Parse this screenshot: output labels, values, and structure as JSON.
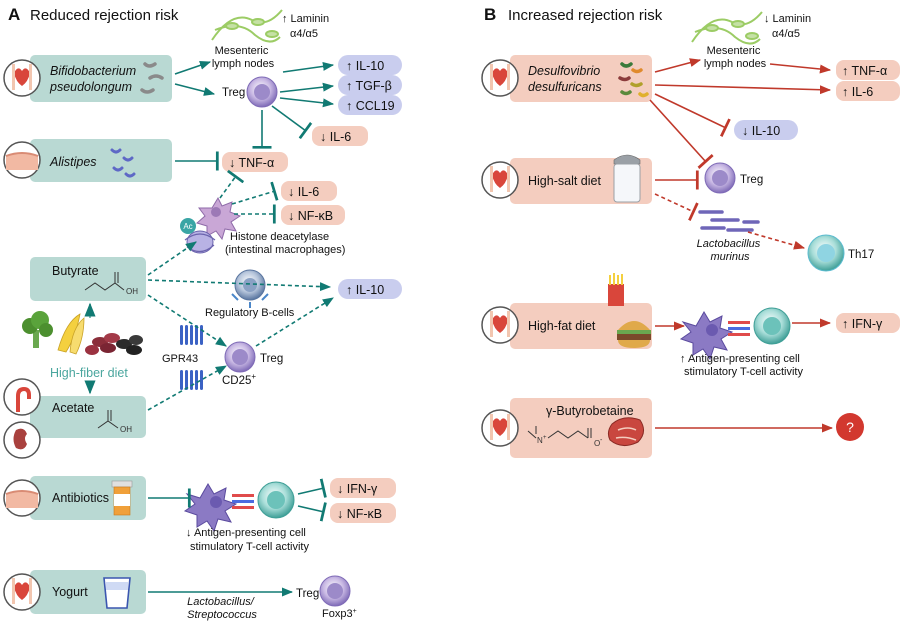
{
  "panel_a": {
    "letter": "A",
    "title": "Reduced rejection risk",
    "sources": {
      "bifido": [
        "Bifidobacterium",
        "pseudolongum"
      ],
      "alistipes": "Alistipes",
      "butyrate": "Butyrate",
      "acetate": "Acetate",
      "high_fiber": "High-fiber diet",
      "antibiotics": "Antibiotics",
      "yogurt": "Yogurt"
    },
    "chem": {
      "oh": "OH"
    },
    "laminin": [
      "↑ Laminin",
      "α4/α5"
    ],
    "mesenteric": [
      "Mesenteric",
      "lymph nodes"
    ],
    "treg": "Treg",
    "cytokines": {
      "il10_up": "↑ IL-10",
      "tgfb_up": "↑ TGF-β",
      "ccl19_up": "↑ CCL19",
      "il6_down": "↓ IL-6",
      "tnfa_down": "↓ TNF-α",
      "il6_down2": "↓ IL-6",
      "nfkb_down": "↓ NF-κB",
      "il10_up2": "↑ IL-10",
      "ifng_down": "↓ IFN-γ",
      "nfkb_down2": "↓ NF-κB"
    },
    "ac": "Ac",
    "histone": [
      "Histone deacetylase",
      "(intestinal macrophages)"
    ],
    "regulatory_b": "Regulatory B-cells",
    "gpr43": "GPR43",
    "cd25": "CD25",
    "cd25_sup": "+",
    "apc_down": [
      "↓ Antigen-presenting cell",
      "stimulatory T-cell activity"
    ],
    "lacto_strep": [
      "Lactobacillus/",
      "Streptococcus"
    ],
    "foxp3": "Foxp3",
    "foxp3_sup": "+"
  },
  "panel_b": {
    "letter": "B",
    "title": "Increased rejection risk",
    "sources": {
      "desulfo": [
        "Desulfovibrio",
        "desulfuricans"
      ],
      "high_salt": "High-salt diet",
      "high_fat": "High-fat diet",
      "butyrobetaine": "γ-Butyrobetaine"
    },
    "chem": {
      "o_minus": "O",
      "minus": "-",
      "n_plus": "N",
      "plus": "+"
    },
    "laminin": [
      "↓ Laminin",
      "α4/α5"
    ],
    "mesenteric": [
      "Mesenteric",
      "lymph nodes"
    ],
    "cytokines": {
      "tnfa_up": "↑ TNF-α",
      "il6_up": "↑ IL-6",
      "il10_down": "↓ IL-10",
      "ifng_up": "↑ IFN-γ"
    },
    "treg": "Treg",
    "lacto_murinus": [
      "Lactobacillus",
      "murinus"
    ],
    "th17": "Th17",
    "apc_up": [
      "↑ Antigen-presenting cell",
      "stimulatory T-cell activity"
    ],
    "question": "?"
  },
  "colors": {
    "teal": "#117a73",
    "teal_box": "#b9d9d3",
    "red": "#c0392b",
    "red_box": "#f4cdbf",
    "blue_box": "#c9cdee",
    "fiber_text": "#4aa69e"
  }
}
